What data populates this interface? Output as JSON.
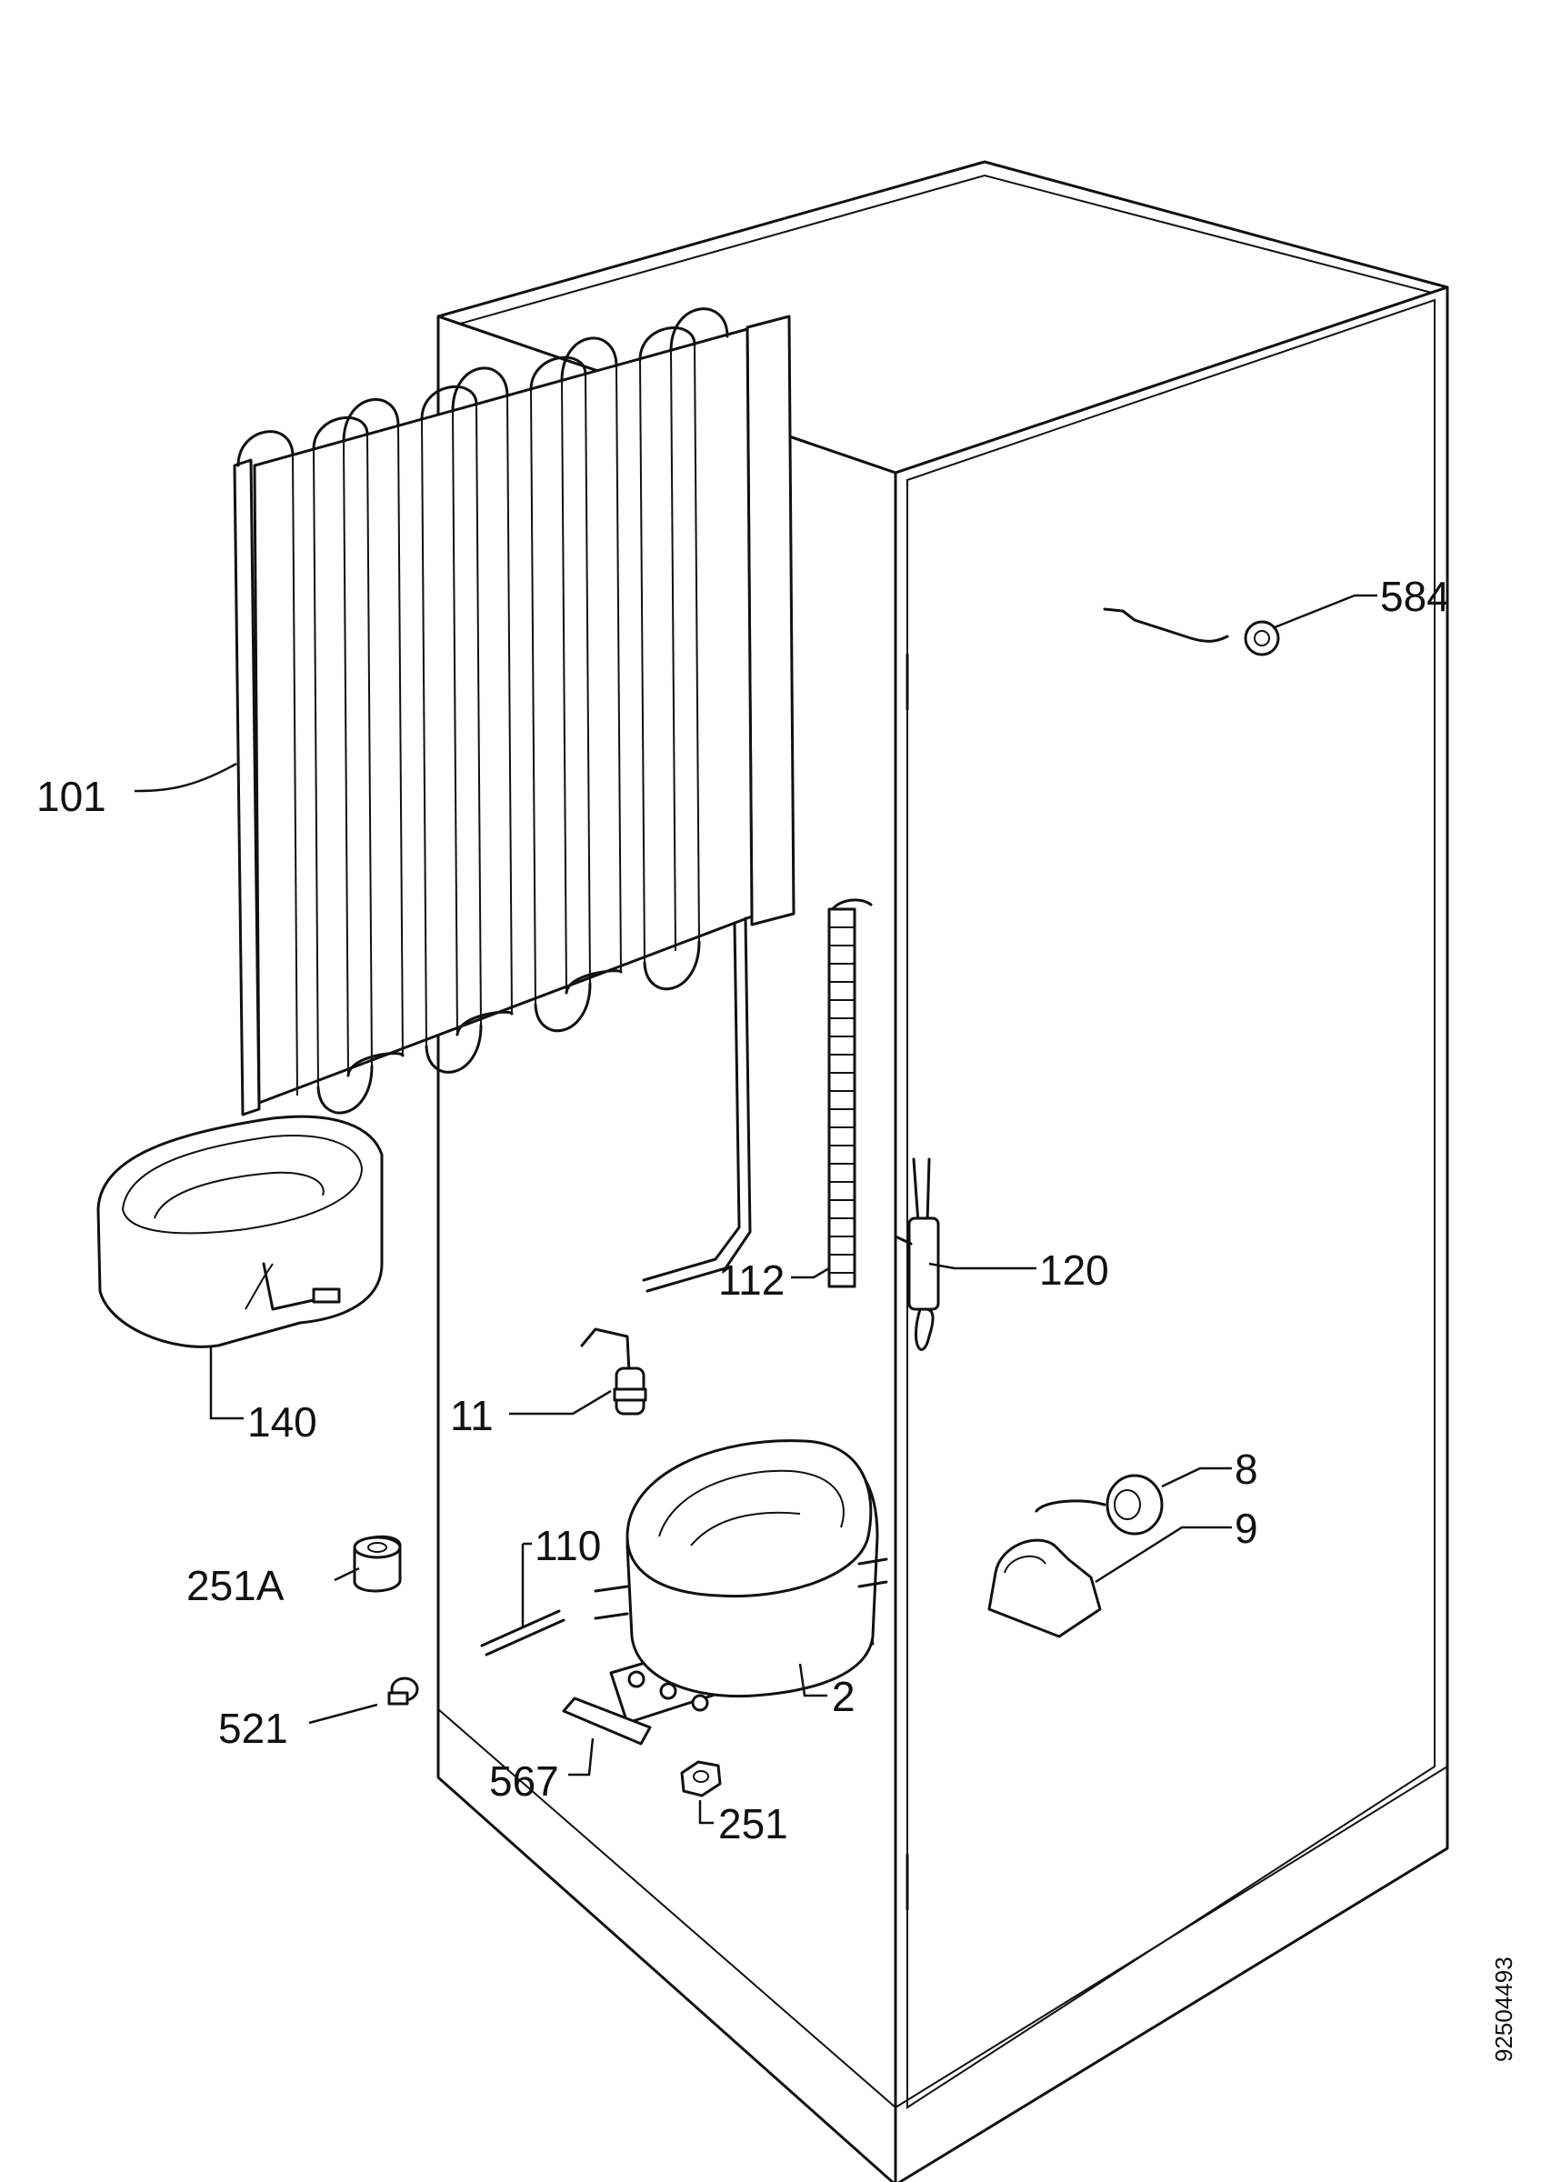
{
  "diagram": {
    "document_id": "92504493",
    "callouts": {
      "p101": "101",
      "p584": "584",
      "p112": "112",
      "p120": "120",
      "p140": "140",
      "p11": "11",
      "p8": "8",
      "p9": "9",
      "p110": "110",
      "p251a": "251A",
      "p2": "2",
      "p521": "521",
      "p567": "567",
      "p251": "251"
    }
  }
}
